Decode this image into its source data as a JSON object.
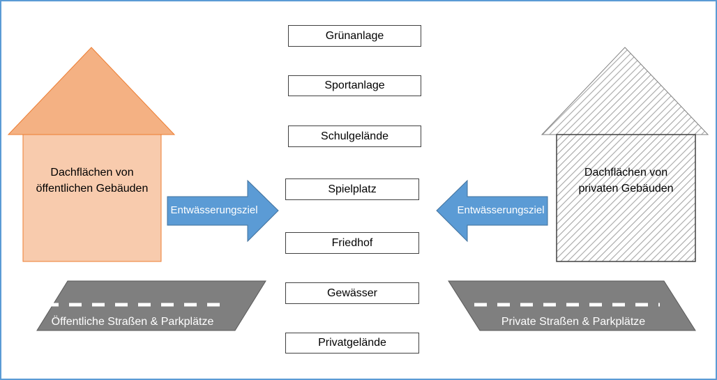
{
  "colors": {
    "frame_border": "#5b9bd5",
    "public_roof": "#f4b183",
    "public_wall": "#f8cbad",
    "private_hatch": "#a6a6a6",
    "arrow_fill": "#5b9bd5",
    "road_fill": "#7f7f7f",
    "road_marking": "#ffffff"
  },
  "public_house": {
    "line1": "Dachflächen von",
    "line2": "öffentlichen Gebäuden"
  },
  "private_house": {
    "line1": "Dachflächen von",
    "line2": "privaten Gebäuden"
  },
  "arrows": {
    "left_label": "Entwässerungsziel",
    "right_label": "Entwässerungsziel"
  },
  "targets": [
    "Grünanlage",
    "Sportanlage",
    "Schulgelände",
    "Spielplatz",
    "Friedhof",
    "Gewässer",
    "Privatgelände"
  ],
  "roads": {
    "public": "Öffentliche Straßen & Parkplätze",
    "private": "Private Straßen & Parkplätze"
  }
}
